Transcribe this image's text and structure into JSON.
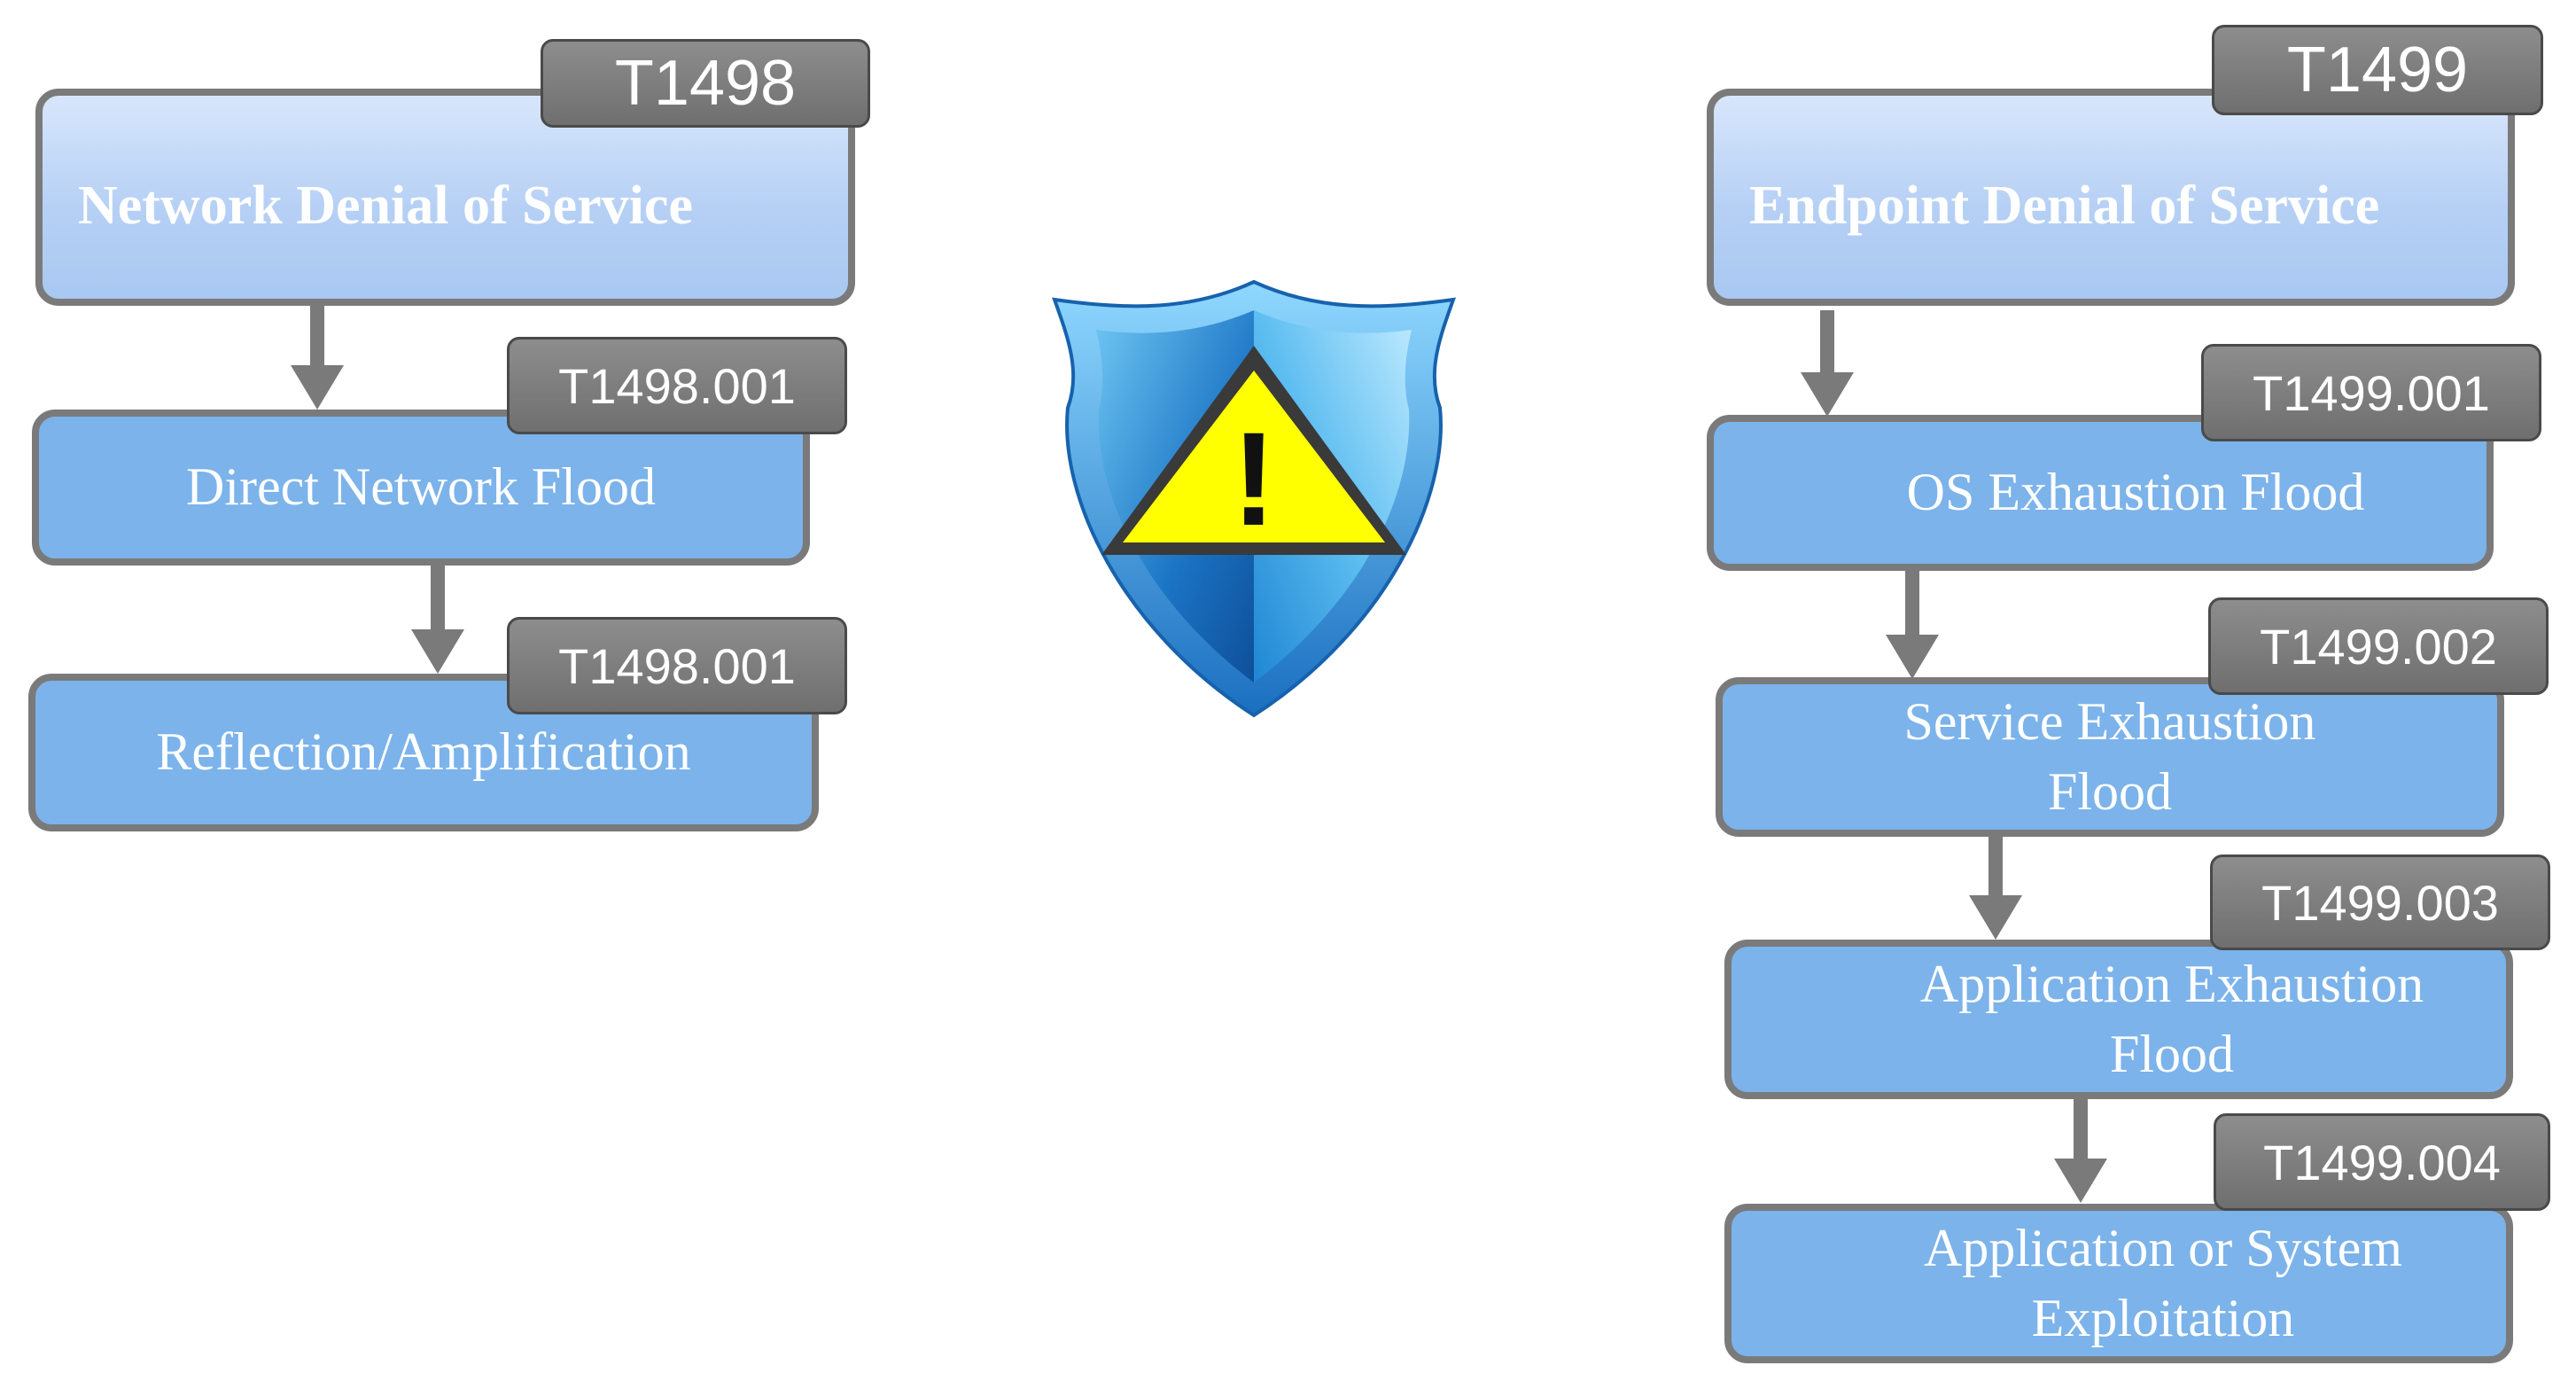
{
  "left": {
    "top": {
      "tag": "T1498",
      "label": "Network Denial of Service"
    },
    "subs": [
      {
        "tag": "T1498.001",
        "label": "Direct Network Flood"
      },
      {
        "tag": "T1498.001",
        "label": "Reflection/Amplification"
      }
    ]
  },
  "right": {
    "top": {
      "tag": "T1499",
      "label": "Endpoint Denial of Service"
    },
    "subs": [
      {
        "tag": "T1499.001",
        "label": "OS Exhaustion Flood"
      },
      {
        "tag": "T1499.002",
        "label": "Service Exhaustion Flood"
      },
      {
        "tag": "T1499.003",
        "label": "Application Exhaustion Flood"
      },
      {
        "tag": "T1499.004",
        "label": "Application or System Exploitation"
      }
    ]
  },
  "center": {
    "icon": "shield-warning-icon",
    "glyph": "!"
  },
  "colors": {
    "node_fill": "#7cb3ea",
    "node_border": "#7a7a7a",
    "tag_fill": "#7b7b7b",
    "arrow": "#7a7a7a",
    "shield_blue": "#1e78c8",
    "warning_yellow": "#ffff00"
  }
}
